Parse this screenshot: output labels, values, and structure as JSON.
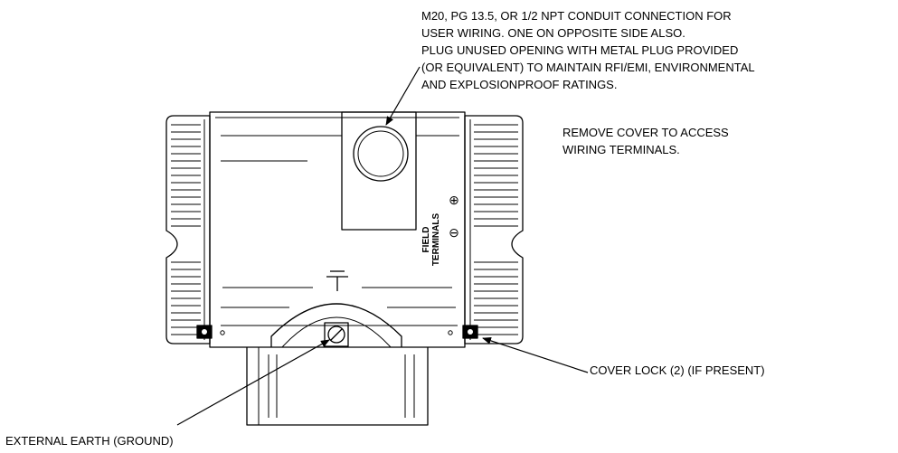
{
  "callouts": {
    "conduit": {
      "lines": [
        "M20, PG 13.5, OR 1/2 NPT CONDUIT CONNECTION FOR",
        "USER WIRING. ONE ON OPPOSITE SIDE ALSO.",
        "PLUG UNUSED OPENING WITH METAL PLUG PROVIDED",
        "(OR EQUIVALENT) TO MAINTAIN RFI/EMI, ENVIRONMENTAL",
        "AND EXPLOSIONPROOF RATINGS."
      ]
    },
    "cover": {
      "lines": [
        "REMOVE COVER TO ACCESS",
        "WIRING TERMINALS."
      ]
    },
    "cover_lock": {
      "text": "COVER LOCK (2) (IF PRESENT)"
    },
    "earth": {
      "text": "EXTERNAL EARTH (GROUND)"
    }
  },
  "housing_labels": {
    "field": "FIELD",
    "terminals": "TERMINALS",
    "minus_symbol": "⊖",
    "plus_symbol": "⊕"
  }
}
